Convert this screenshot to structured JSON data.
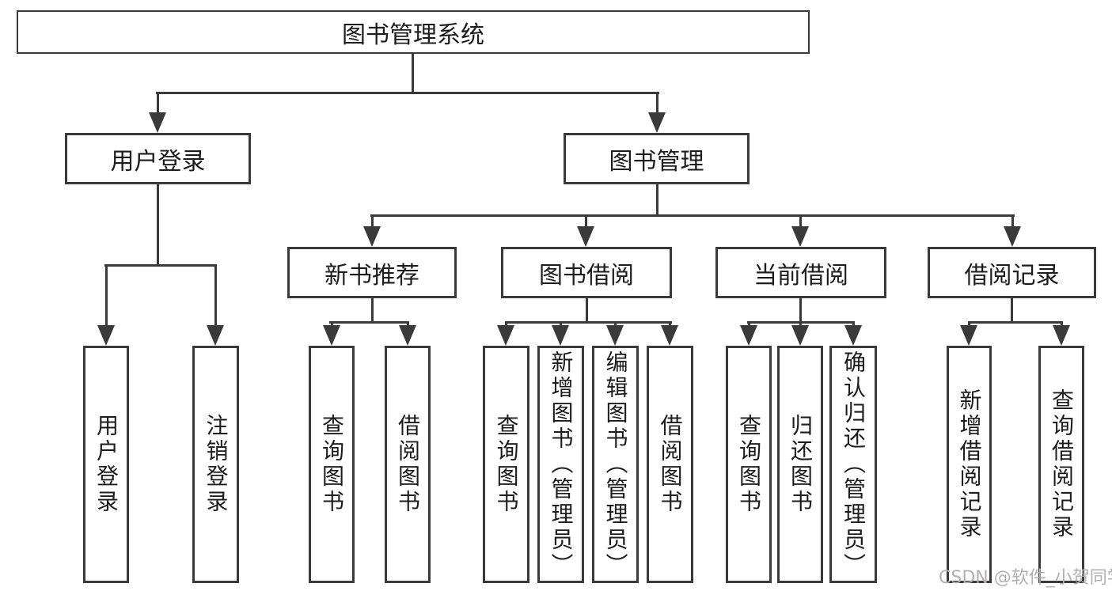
{
  "tree": {
    "label": "图书管理系统",
    "children": [
      {
        "label": "用户登录",
        "children": [
          {
            "label": "用户登录"
          },
          {
            "label": "注销登录"
          }
        ]
      },
      {
        "label": "图书管理",
        "children": [
          {
            "label": "新书推荐",
            "children": [
              {
                "label": "查询图书"
              },
              {
                "label": "借阅图书"
              }
            ]
          },
          {
            "label": "图书借阅",
            "children": [
              {
                "label": "查询图书"
              },
              {
                "label": "新增图书（管理员）"
              },
              {
                "label": "编辑图书（管理员）"
              },
              {
                "label": "借阅图书"
              }
            ]
          },
          {
            "label": "当前借阅",
            "children": [
              {
                "label": "查询图书"
              },
              {
                "label": "归还图书"
              },
              {
                "label": "确认归还（管理员）"
              }
            ]
          },
          {
            "label": "借阅记录",
            "children": [
              {
                "label": "新增借阅记录"
              },
              {
                "label": "查询借阅记录"
              }
            ]
          }
        ]
      }
    ]
  },
  "watermark": {
    "text": "CSDN @软件_小贺同学"
  },
  "colors": {
    "line": "#3a3a3a",
    "box_border": "#3a3a3a",
    "text": "#1c1c1c",
    "watermark": "#b2b0b0",
    "background": "#ffffff"
  }
}
